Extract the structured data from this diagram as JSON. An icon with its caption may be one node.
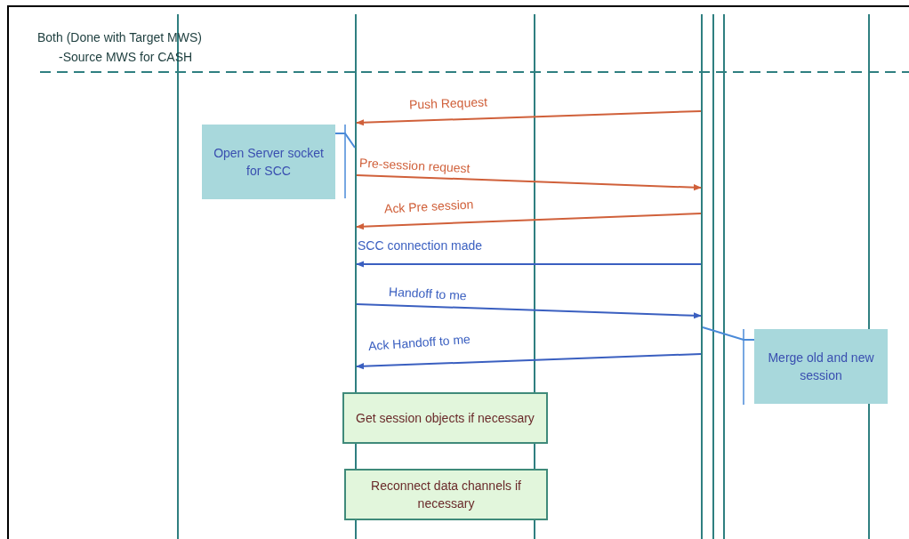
{
  "diagram": {
    "nodes": [
      {
        "text": [],
        "shape": "bar"
      },
      {
        "text": [],
        "shape": "bar"
      },
      {
        "text": [],
        "shape": "bar"
      },
      {
        "text": [],
        "shape": "bar"
      },
      {
        "text": [],
        "shape": "bar"
      },
      {
        "text": [],
        "shape": "bar"
      },
      {
        "text": [],
        "shape": "bar"
      },
      {
        "text": [
          "Open Server socket for SCC"
        ]
      },
      {
        "text": [
          "Merge old and new session"
        ]
      },
      {
        "text": [
          "Get session objects if necessary"
        ]
      },
      {
        "text": [
          "Reconnect data channels if necessary"
        ]
      }
    ],
    "edges": [
      {
        "from": 3,
        "to": 1,
        "arrow": "to",
        "label": "Push Request",
        "color": "#d0603a"
      },
      {
        "from": 1,
        "to": 3,
        "arrow": "to",
        "label": "Pre-session request",
        "color": "#d0603a"
      },
      {
        "from": 3,
        "to": 1,
        "arrow": "to",
        "label": "Ack Pre session",
        "color": "#d0603a"
      },
      {
        "from": 3,
        "to": 1,
        "arrow": "to",
        "label": "SCC connection made",
        "color": "#3a5fc0"
      },
      {
        "from": 1,
        "to": 3,
        "arrow": "to",
        "label": "Handoff to me",
        "color": "#3a5fc0"
      },
      {
        "from": 3,
        "to": 1,
        "arrow": "to",
        "label": "Ack Handoff to me",
        "color": "#3a5fc0"
      },
      {
        "from": 7,
        "to": 1,
        "arrow": "none",
        "color": "#4a8ad8"
      },
      {
        "from": 8,
        "to": 3,
        "arrow": "none",
        "color": "#4a8ad8"
      }
    ],
    "labels": [
      "Both (Done with Target MWS)",
      "-Source MWS for CASH"
    ]
  }
}
